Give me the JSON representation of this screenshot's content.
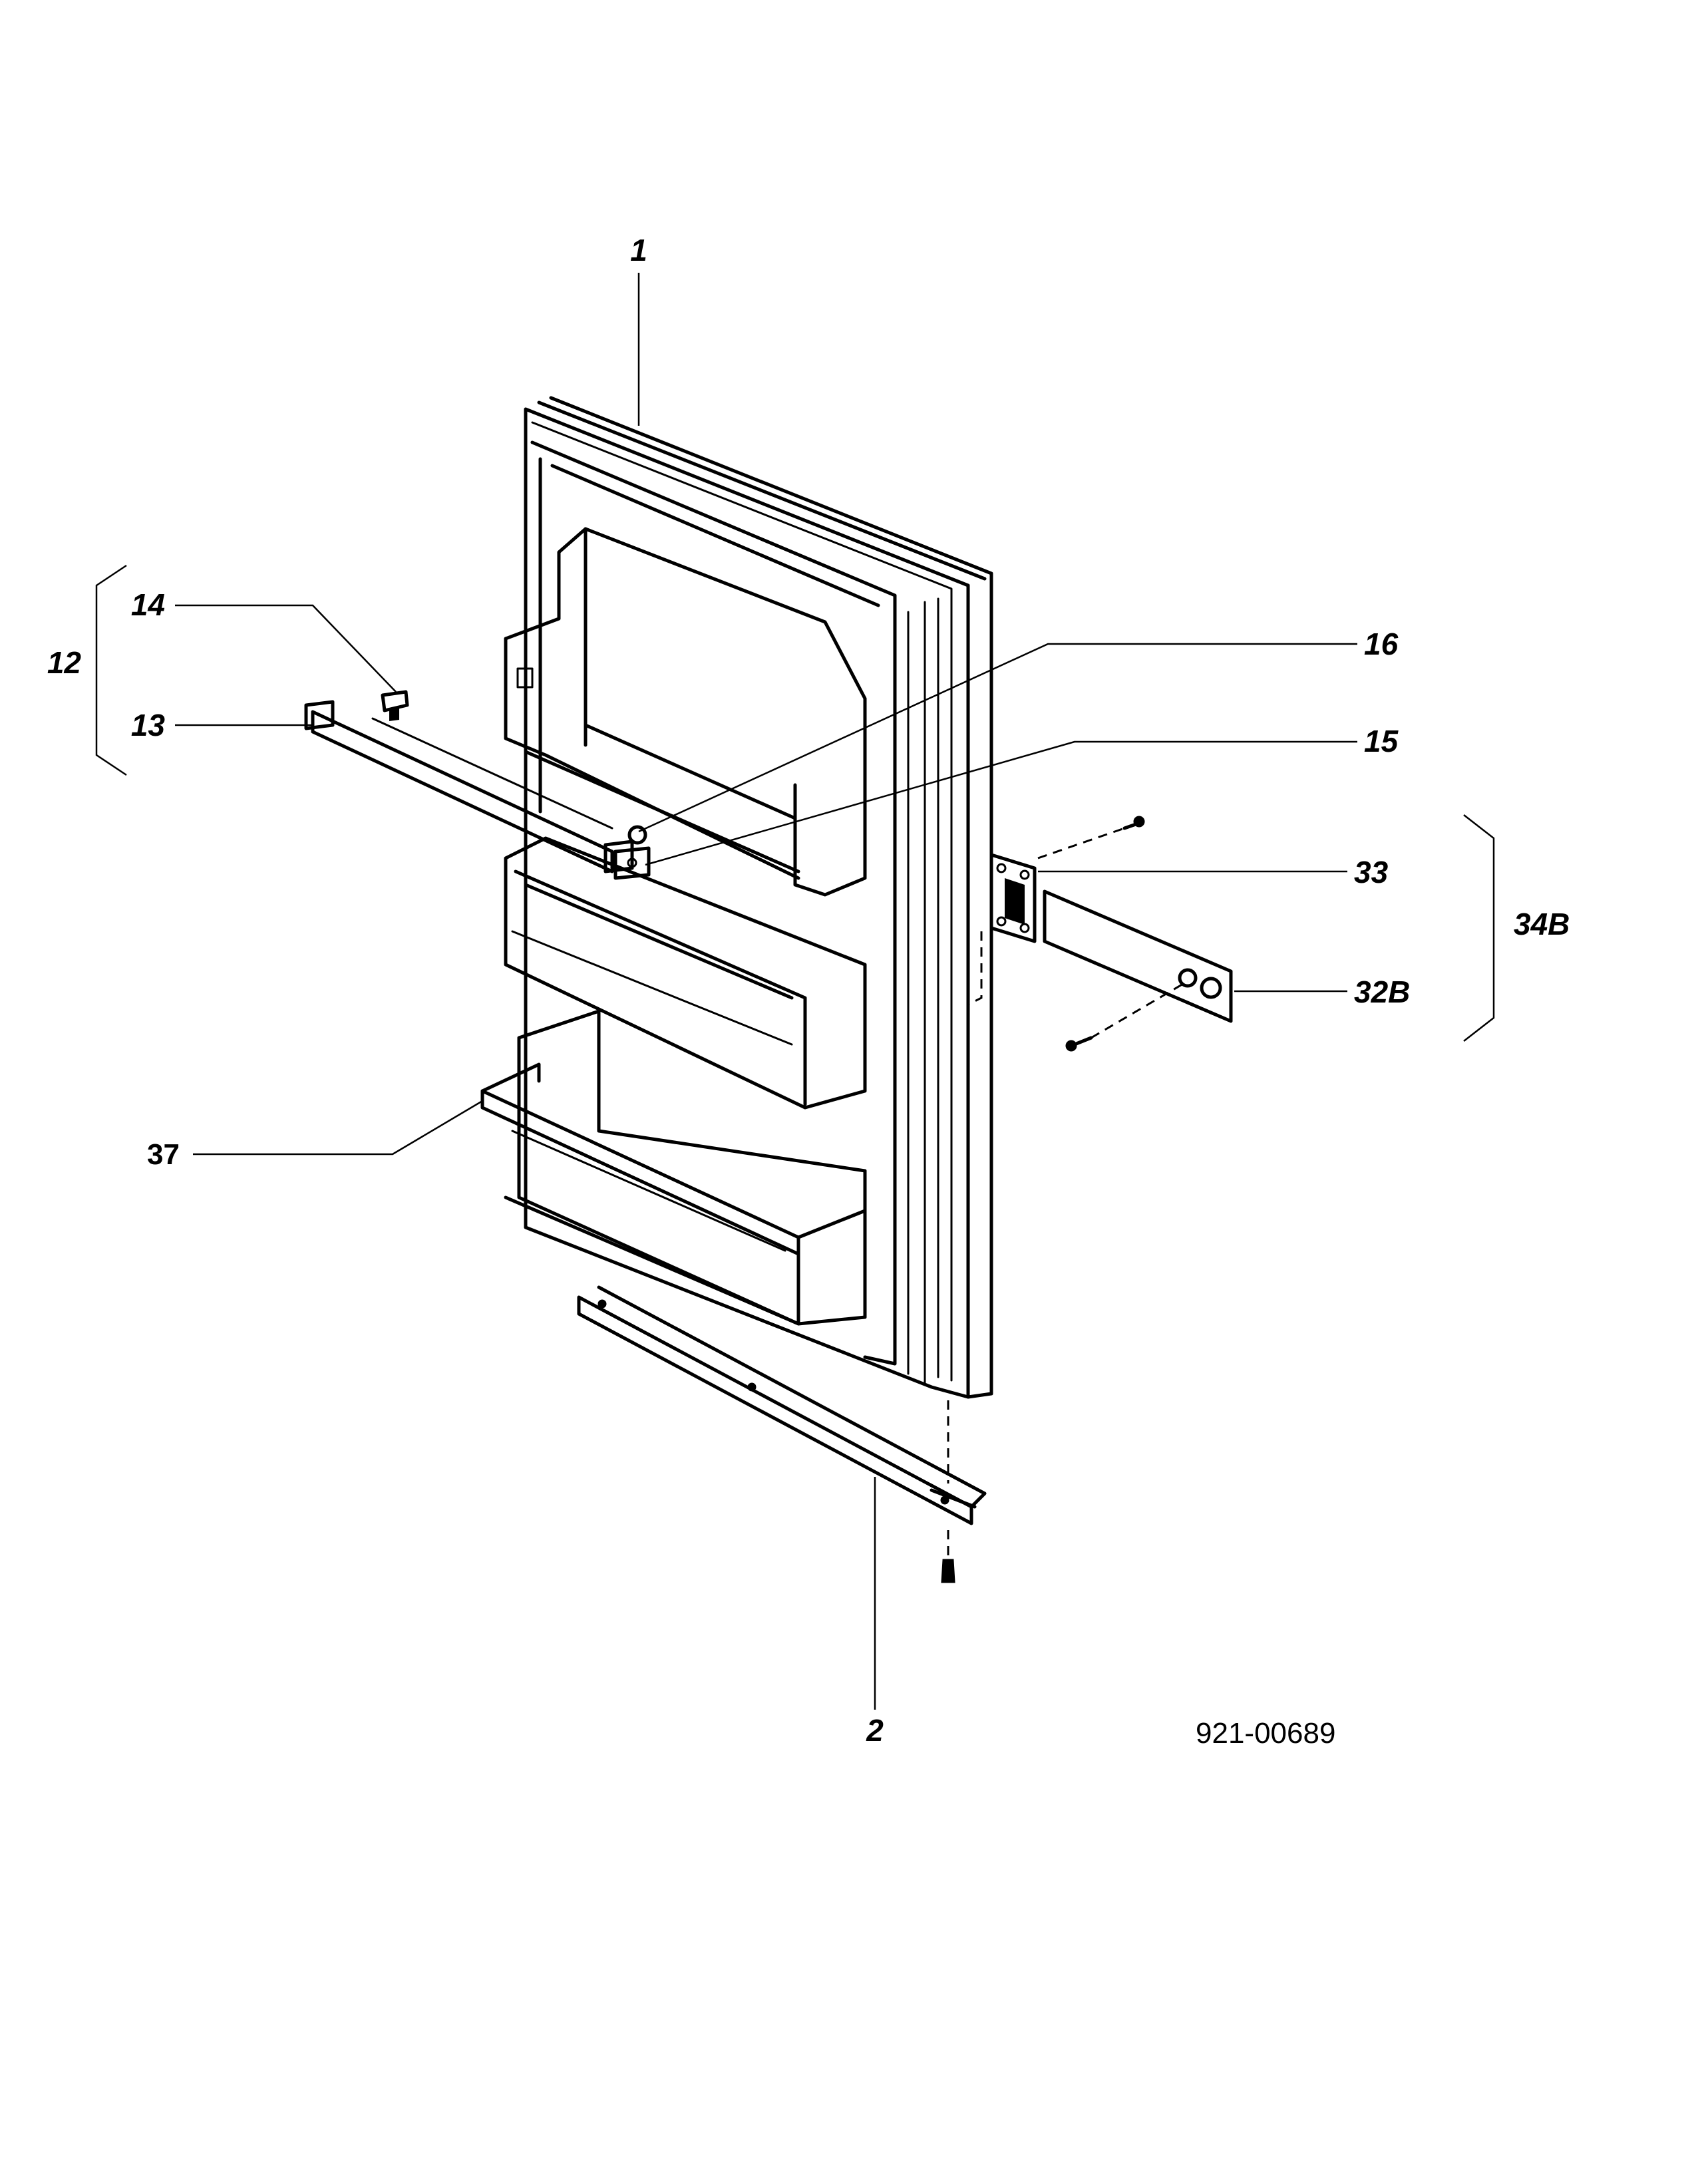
{
  "diagram": {
    "callouts": {
      "c1": "1",
      "c2": "2",
      "c12": "12",
      "c13": "13",
      "c14": "14",
      "c15": "15",
      "c16": "16",
      "c33": "33",
      "c34b": "34B",
      "c32b": "32B",
      "c37": "37"
    },
    "drawing_number": "921-00689"
  }
}
